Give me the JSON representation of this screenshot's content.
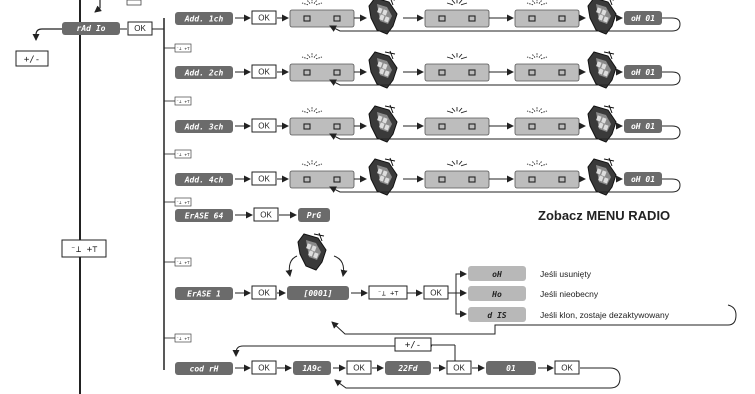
{
  "main": {
    "left_label": "rAd Io",
    "ok": "OK",
    "plusminus": "+/-",
    "updown_big": "⁻⊥ +⊤",
    "updown_small": "⁻⊥ +⊤"
  },
  "add_rows": [
    {
      "label": "Add. 1ch",
      "result": "oH 01"
    },
    {
      "label": "Add. 2ch",
      "result": "oH 01"
    },
    {
      "label": "Add. 3ch",
      "result": "oH 01"
    },
    {
      "label": "Add. 4ch",
      "result": "oH 01"
    }
  ],
  "erase64": {
    "label": "ErASE 64",
    "result": "PrG"
  },
  "menu_note": "Zobacz MENU RADIO",
  "erase1": {
    "label": "ErASE 1",
    "code": "[0001]",
    "outcomes": [
      {
        "code": "oH",
        "text": "Jeśli usunięty"
      },
      {
        "code": "Ho",
        "text": "Jeśli nieobecny"
      },
      {
        "code": "d IS",
        "text": "Jeśli klon, zostaje dezaktywowany"
      }
    ]
  },
  "cod_rx": {
    "label": "cod rH",
    "values": [
      "1A9c",
      "22Fd",
      "01"
    ]
  }
}
